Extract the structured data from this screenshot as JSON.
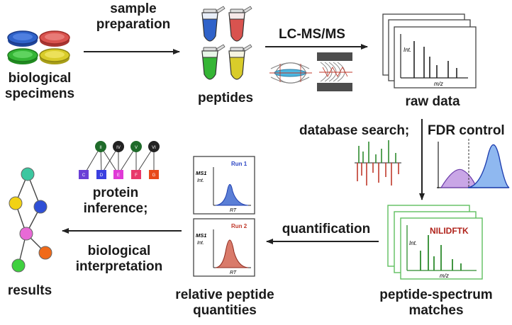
{
  "labels": {
    "sample_preparation": [
      "sample",
      "preparation"
    ],
    "biological_specimens": [
      "biological",
      "specimens"
    ],
    "peptides": "peptides",
    "lc_ms_ms": "LC-MS/MS",
    "raw_data": "raw data",
    "database_search": "database search;",
    "fdr_control": "FDR control",
    "protein_inference": [
      "protein",
      "inference;"
    ],
    "biological_interpretation": [
      "biological",
      "interpretation"
    ],
    "quantification": "quantification",
    "results": "results",
    "relative_peptide_quantities": [
      "relative peptide",
      "quantities"
    ],
    "peptide_spectrum_matches": [
      "peptide-spectrum",
      "matches"
    ]
  },
  "spectrum_axes": {
    "y": "Int.",
    "x": "m/z"
  },
  "psm_sequence": "NILIDFTK",
  "runs": [
    {
      "name": "Run 1",
      "ms_label": "MS1",
      "y": "Int.",
      "x": "RT",
      "color": "#5b7fd6",
      "title_color": "#2b45c4"
    },
    {
      "name": "Run 2",
      "ms_label": "MS1",
      "y": "Int.",
      "x": "RT",
      "color": "#d97a6a",
      "title_color": "#c0392b"
    }
  ],
  "protein_nodes": [
    "II",
    "IV",
    "V",
    "VI"
  ],
  "peptide_nodes": [
    "C",
    "D",
    "E",
    "F",
    "G"
  ],
  "colors": {
    "dish_blue": "#2f62c9",
    "dish_red": "#d9534f",
    "dish_green": "#35b535",
    "dish_yellow": "#d9cc2a",
    "spectrum_green": "#2e8b2e",
    "tree_top": "#3cc7a0",
    "tree_yellow": "#f2d214",
    "tree_blue": "#2f4fd6",
    "tree_pink": "#e86ad6",
    "tree_orange": "#f06a1a",
    "tree_green": "#3fd13f"
  }
}
